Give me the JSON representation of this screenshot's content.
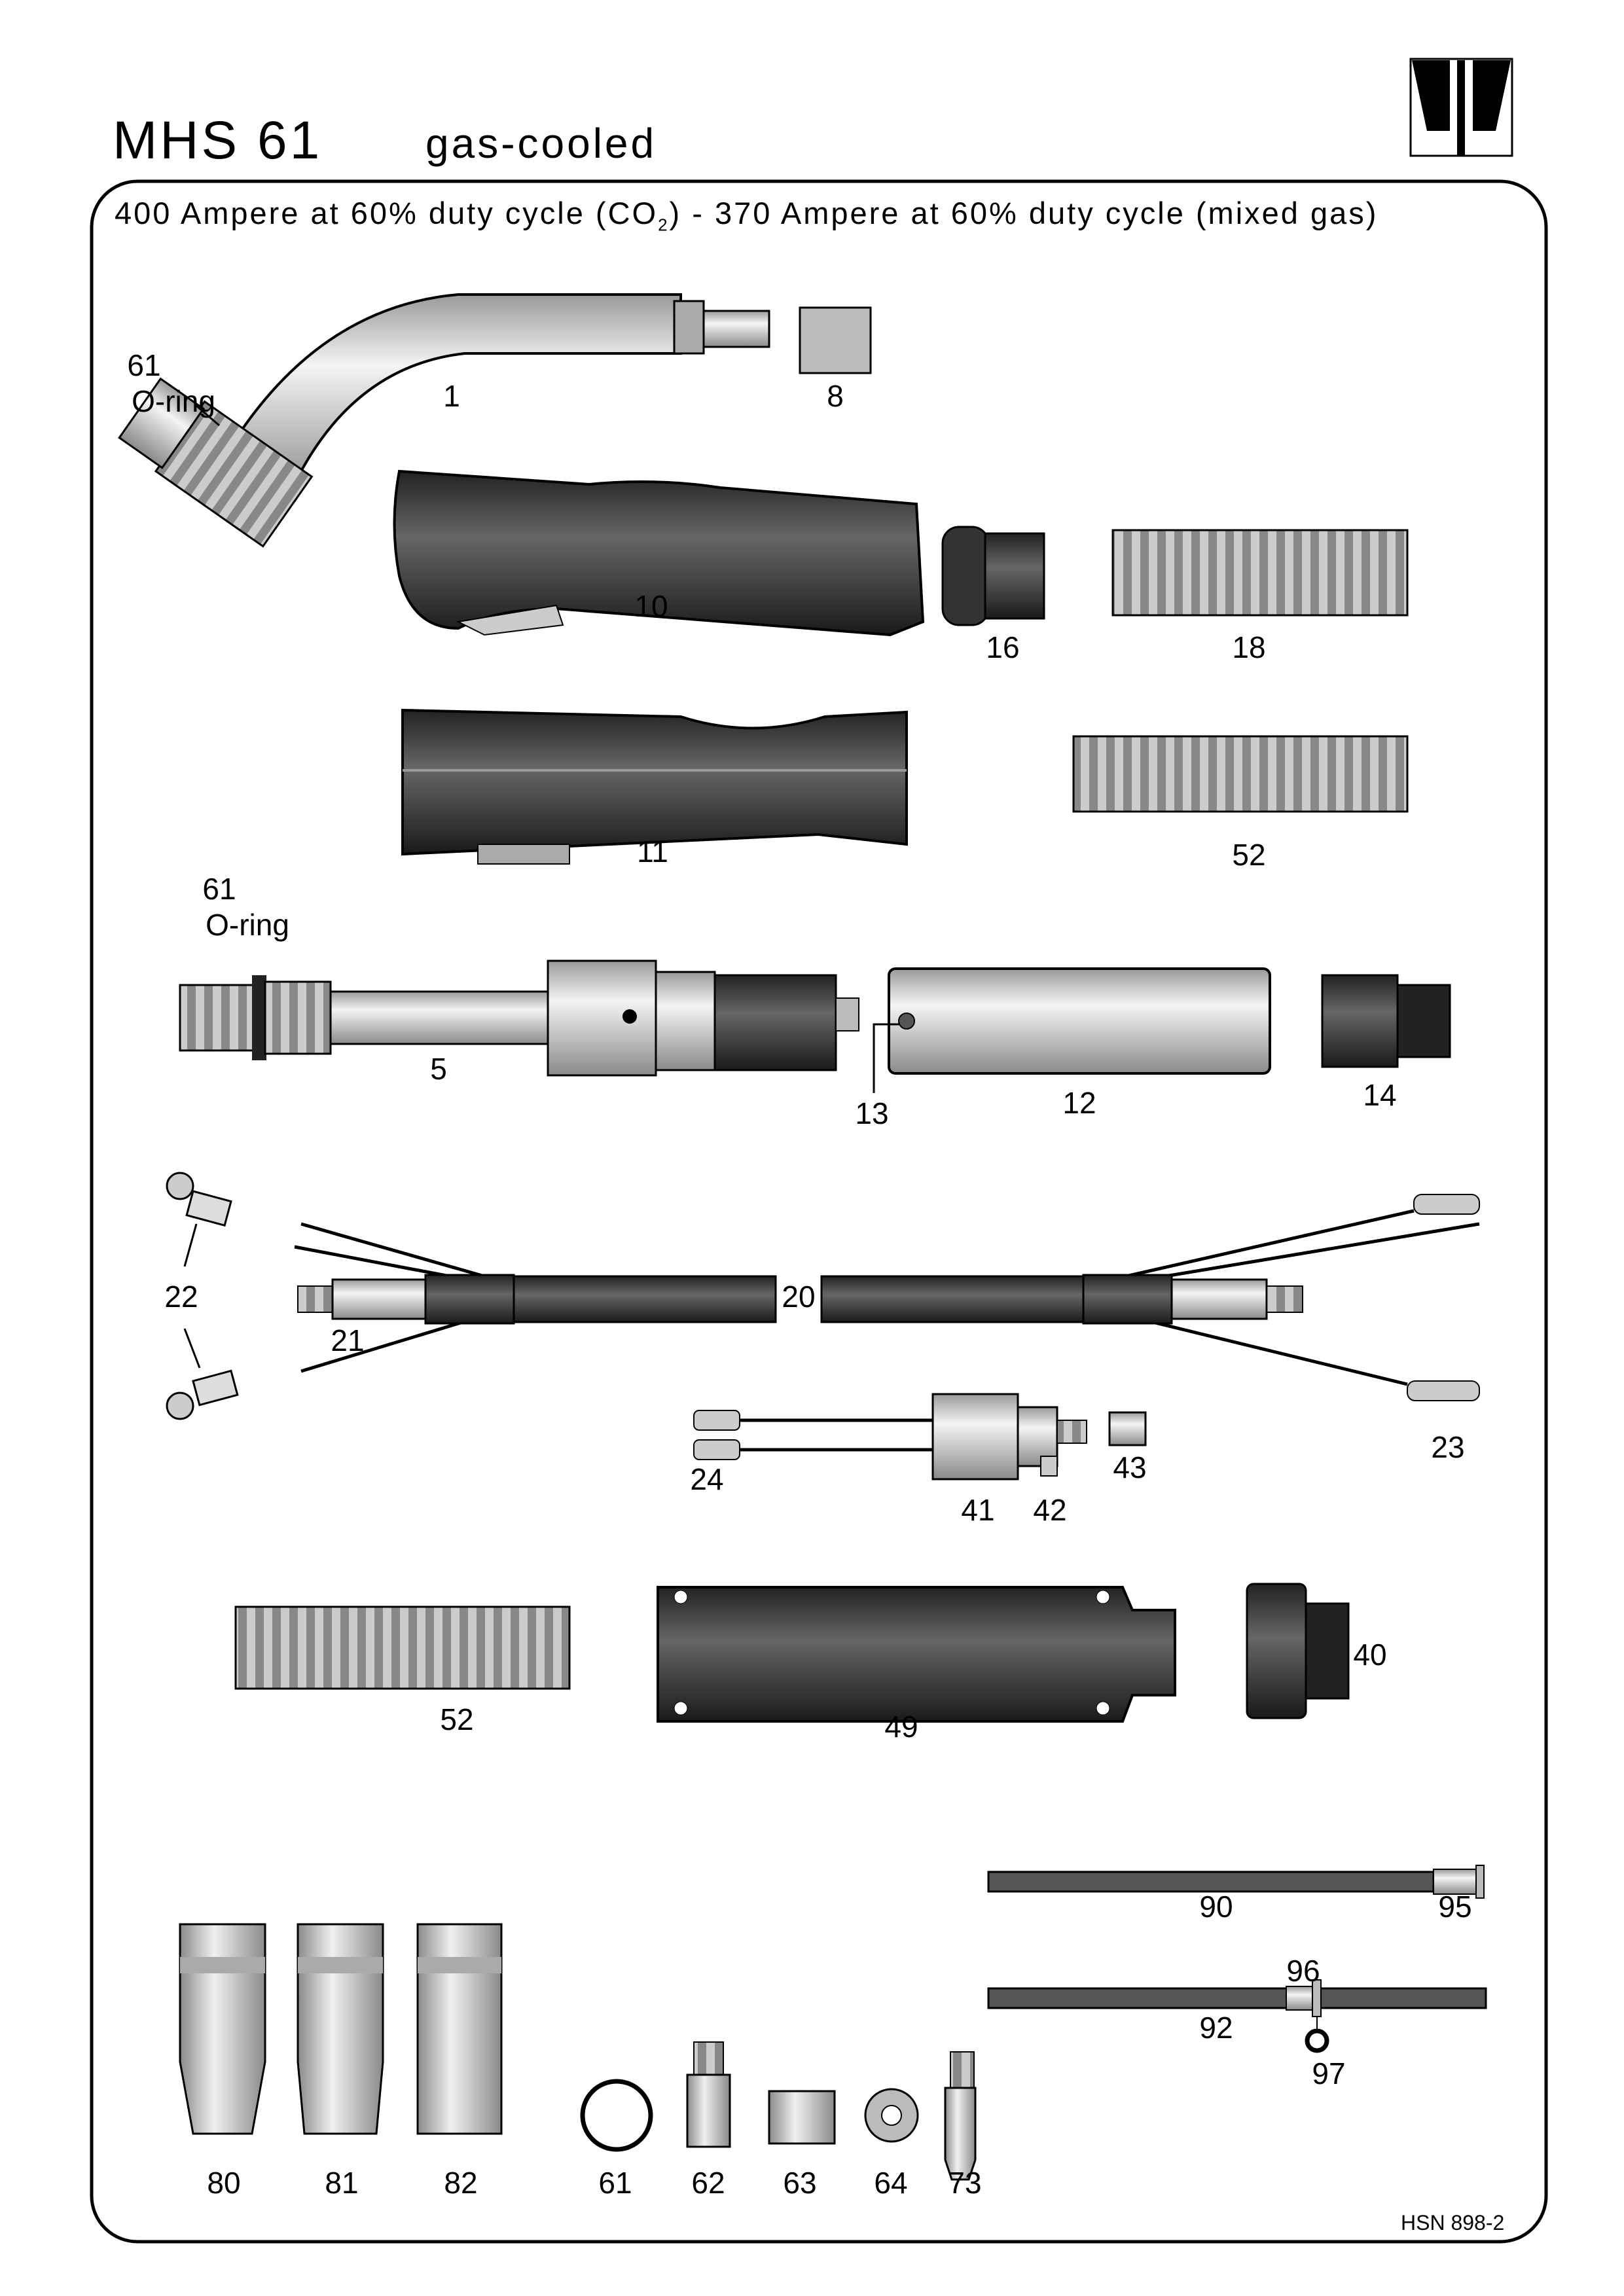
{
  "header": {
    "model": "MHS 61",
    "cooling": "gas-cooled",
    "logo": "company-logo"
  },
  "rating": {
    "part1": "400 Ampere at 60% duty cycle (CO",
    "sub": "2",
    "part2": ") - 370 Ampere at 60% duty cycle (mixed gas)"
  },
  "labels": {
    "p61a": "61",
    "oring_a": "O-ring",
    "p1": "1",
    "p8": "8",
    "p10": "10",
    "p16": "16",
    "p18": "18",
    "p11": "11",
    "p52a": "52",
    "p61b": "61",
    "oring_b": "O-ring",
    "p5": "5",
    "p13": "13",
    "p12": "12",
    "p14": "14",
    "p22": "22",
    "p21": "21",
    "p20": "20",
    "p23": "23",
    "p24": "24",
    "p43": "43",
    "p41": "41",
    "p42": "42",
    "p40": "40",
    "p52b": "52",
    "p49": "49",
    "p90": "90",
    "p95": "95",
    "p96": "96",
    "p92": "92",
    "p97": "97",
    "p80": "80",
    "p81": "81",
    "p82": "82",
    "p61c": "61",
    "p62": "62",
    "p63": "63",
    "p64": "64",
    "p73": "73"
  },
  "footer": {
    "doc_code": "HSN 898-2"
  }
}
